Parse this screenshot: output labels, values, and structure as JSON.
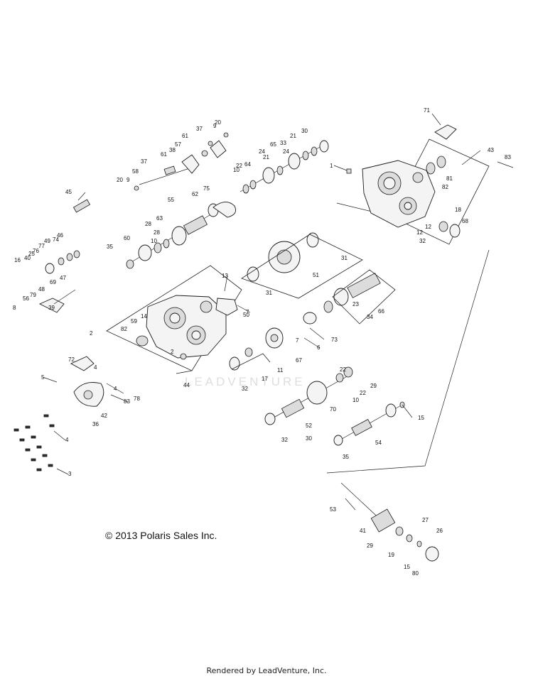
{
  "copyright": "© 2013 Polaris Sales Inc.",
  "footer": "Rendered by LeadVenture, Inc.",
  "watermark": "LEADVENTURE",
  "callouts": [
    "1",
    "2",
    "3",
    "4",
    "5",
    "6",
    "7",
    "8",
    "9",
    "10",
    "11",
    "12",
    "13",
    "14",
    "15",
    "16",
    "17",
    "18",
    "19",
    "20",
    "21",
    "22",
    "23",
    "24",
    "25",
    "26",
    "27",
    "28",
    "29",
    "30",
    "31",
    "32",
    "33",
    "34",
    "35",
    "36",
    "37",
    "38",
    "39",
    "40",
    "41",
    "42",
    "43",
    "44",
    "45",
    "46",
    "47",
    "48",
    "49",
    "50",
    "51",
    "52",
    "53",
    "54",
    "55",
    "56",
    "57",
    "58",
    "59",
    "60",
    "61",
    "62",
    "63",
    "64",
    "65",
    "66",
    "67",
    "68",
    "69",
    "70",
    "71",
    "72",
    "73",
    "74",
    "75",
    "76",
    "77",
    "78",
    "79",
    "80",
    "81",
    "82",
    "83"
  ]
}
